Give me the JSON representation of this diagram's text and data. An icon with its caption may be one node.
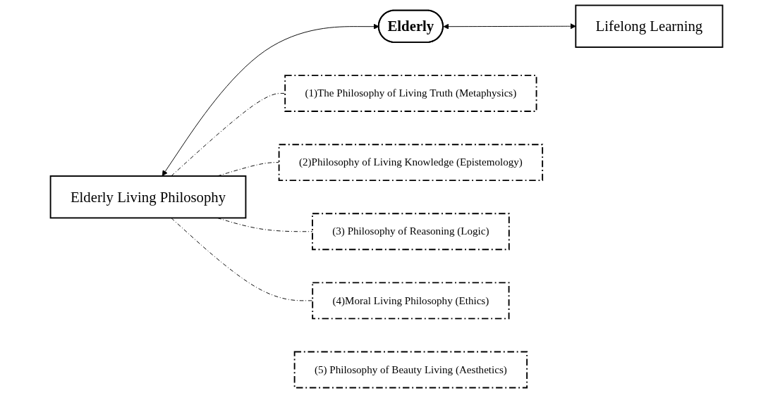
{
  "diagram": {
    "nodes": [
      {
        "text": [
          "Elderly Living Philosophy"
        ]
      },
      {
        "text": [
          "Elderly"
        ]
      },
      {
        "text": [
          "Lifelong Learning"
        ]
      },
      {
        "text": [
          "(1)The Philosophy of Living Truth (Metaphysics)"
        ]
      },
      {
        "text": [
          "(2)Philosophy of Living Knowledge (Epistemology)"
        ]
      },
      {
        "text": [
          "(3) Philosophy of Reasoning (Logic)"
        ]
      },
      {
        "text": [
          "(4)Moral Living Philosophy (Ethics)"
        ]
      },
      {
        "text": [
          "(5) Philosophy of Beauty Living (Aesthetics)"
        ]
      }
    ],
    "edges": [
      {
        "from": 0,
        "to": 1,
        "arrow": "both"
      },
      {
        "from": 1,
        "to": 2,
        "arrow": "both"
      },
      {
        "from": 0,
        "to": 3,
        "arrow": "none",
        "style": "dashed"
      },
      {
        "from": 0,
        "to": 4,
        "arrow": "none",
        "style": "dashed"
      },
      {
        "from": 0,
        "to": 5,
        "arrow": "none",
        "style": "dashed"
      },
      {
        "from": 0,
        "to": 6,
        "arrow": "none",
        "style": "dashed"
      }
    ]
  }
}
